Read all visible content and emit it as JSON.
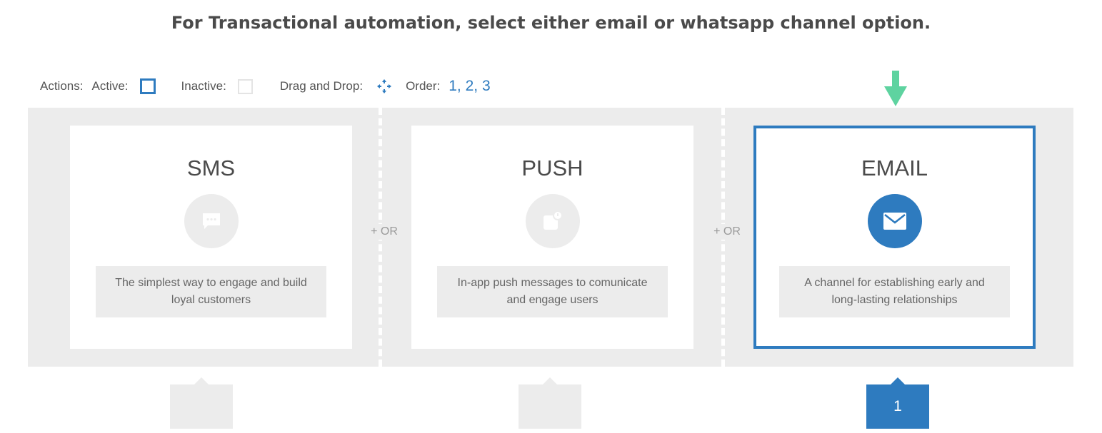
{
  "heading": "For Transactional automation, select either email or whatsapp channel option.",
  "legend": {
    "actions_label": "Actions:",
    "active_label": "Active:",
    "inactive_label": "Inactive:",
    "drag_label": "Drag and Drop:",
    "order_label": "Order:",
    "order_value": "1, 2, 3"
  },
  "separators": {
    "or_label": "+ OR"
  },
  "cards": [
    {
      "title": "SMS",
      "icon": "chat-icon",
      "description": "The simplest way to engage and build loyal customers",
      "active": false,
      "order": ""
    },
    {
      "title": "PUSH",
      "icon": "push-notification-icon",
      "description": "In-app push messages to comunicate and engage users",
      "active": false,
      "order": ""
    },
    {
      "title": "EMAIL",
      "icon": "envelope-icon",
      "description": "A channel for establishing early and long-lasting relationships",
      "active": true,
      "order": "1"
    }
  ],
  "colors": {
    "accent": "#2e7bbf",
    "arrow": "#5ed3a0",
    "panel": "#ececec",
    "text": "#4a4a4a"
  }
}
